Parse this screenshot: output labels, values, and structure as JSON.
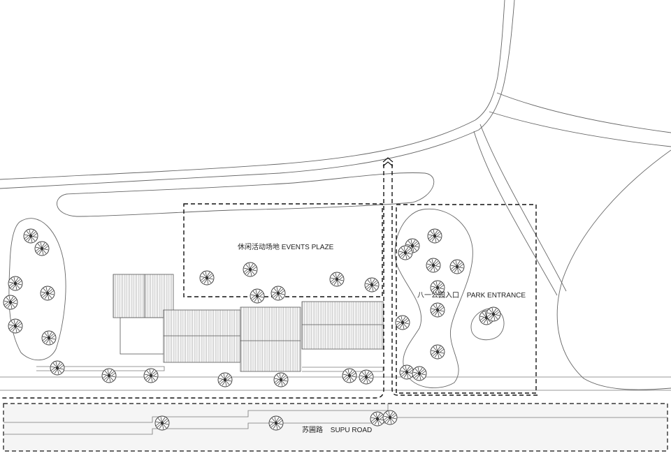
{
  "labels": {
    "events_plaza": {
      "cn": "休闲活动场地",
      "en": "EVENTS PLAZE"
    },
    "park_entrance": {
      "cn": "八一公园入口",
      "en": "PARK ENTRANCE"
    },
    "supu_road": {
      "cn": "苏圃路",
      "en": "SUPU ROAD"
    }
  },
  "colors": {
    "line": "#555555",
    "dash": "#111111",
    "roof": "#777777",
    "tree": "#333333",
    "road_fill": "#f4f4f4"
  },
  "icons": {
    "tree": "tree-icon",
    "section_marker": "chevron-marker-icon"
  }
}
